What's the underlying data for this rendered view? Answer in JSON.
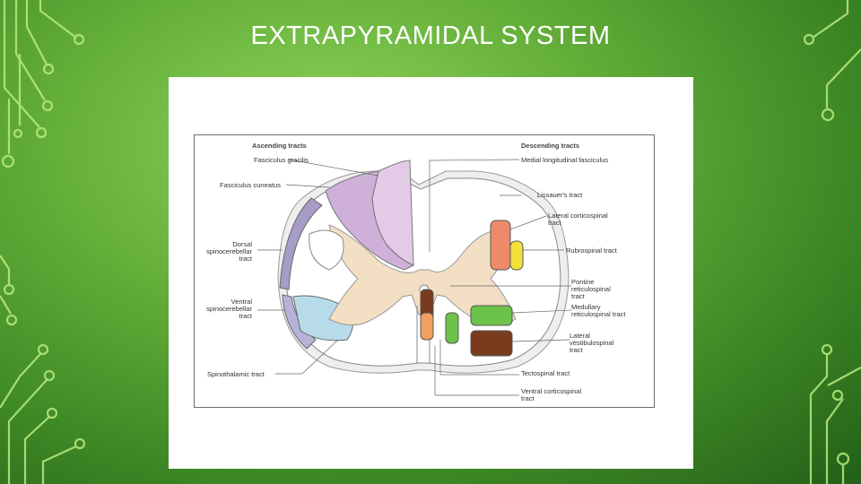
{
  "slide": {
    "title": "EXTRAPYRAMIDAL SYSTEM"
  },
  "colors": {
    "background": "#4f9a2e",
    "circuit": "#b9ec7e",
    "gracilis": "#e3cbe8",
    "cuneatus": "#cfb0d8",
    "gray_matter": "#f3dfc3",
    "dorsal_spinocerebellar": "#a79cc8",
    "ventral_spinocerebellar": "#b8dbea",
    "lateral_corticospinal": "#ec8a6a",
    "rubrospinal": "#f4e03a",
    "reticulospinal": "#6cc24a",
    "vestibulospinal": "#7a3a1e",
    "tectospinal": "#f0a060"
  },
  "diagram": {
    "ascending_header": "Ascending tracts",
    "descending_header": "Descending tracts",
    "labels": {
      "fasciculus_gracilis": "Fasciculus gracilis",
      "fasciculus_cuneatus": "Fasciculus cuneatus",
      "dorsal_spinocerebellar_1": "Dorsal",
      "dorsal_spinocerebellar_2": "spinocerebellar",
      "dorsal_spinocerebellar_3": "tract",
      "ventral_spinocerebellar_1": "Ventral",
      "ventral_spinocerebellar_2": "spinocerebellar",
      "ventral_spinocerebellar_3": "tract",
      "spinothalamic": "Spinothalamic tract",
      "medial_longitudinal": "Medial longitudinal fasciculus",
      "lissauers": "Lissauer's tract",
      "lateral_corticospinal_1": "Lateral corticospinal",
      "lateral_corticospinal_2": "tract",
      "rubrospinal": "Rubrospinal tract",
      "pontine_1": "Pontine",
      "pontine_2": "reticulospinal",
      "pontine_3": "tract",
      "medullary_1": "Medullary",
      "medullary_2": "reticulospinal tract",
      "lateral_vestibulospinal_1": "Lateral",
      "lateral_vestibulospinal_2": "vestibulospinal",
      "lateral_vestibulospinal_3": "tract",
      "tectospinal": "Tectospinal tract",
      "ventral_corticospinal_1": "Ventral corticospinal",
      "ventral_corticospinal_2": "tract"
    }
  }
}
